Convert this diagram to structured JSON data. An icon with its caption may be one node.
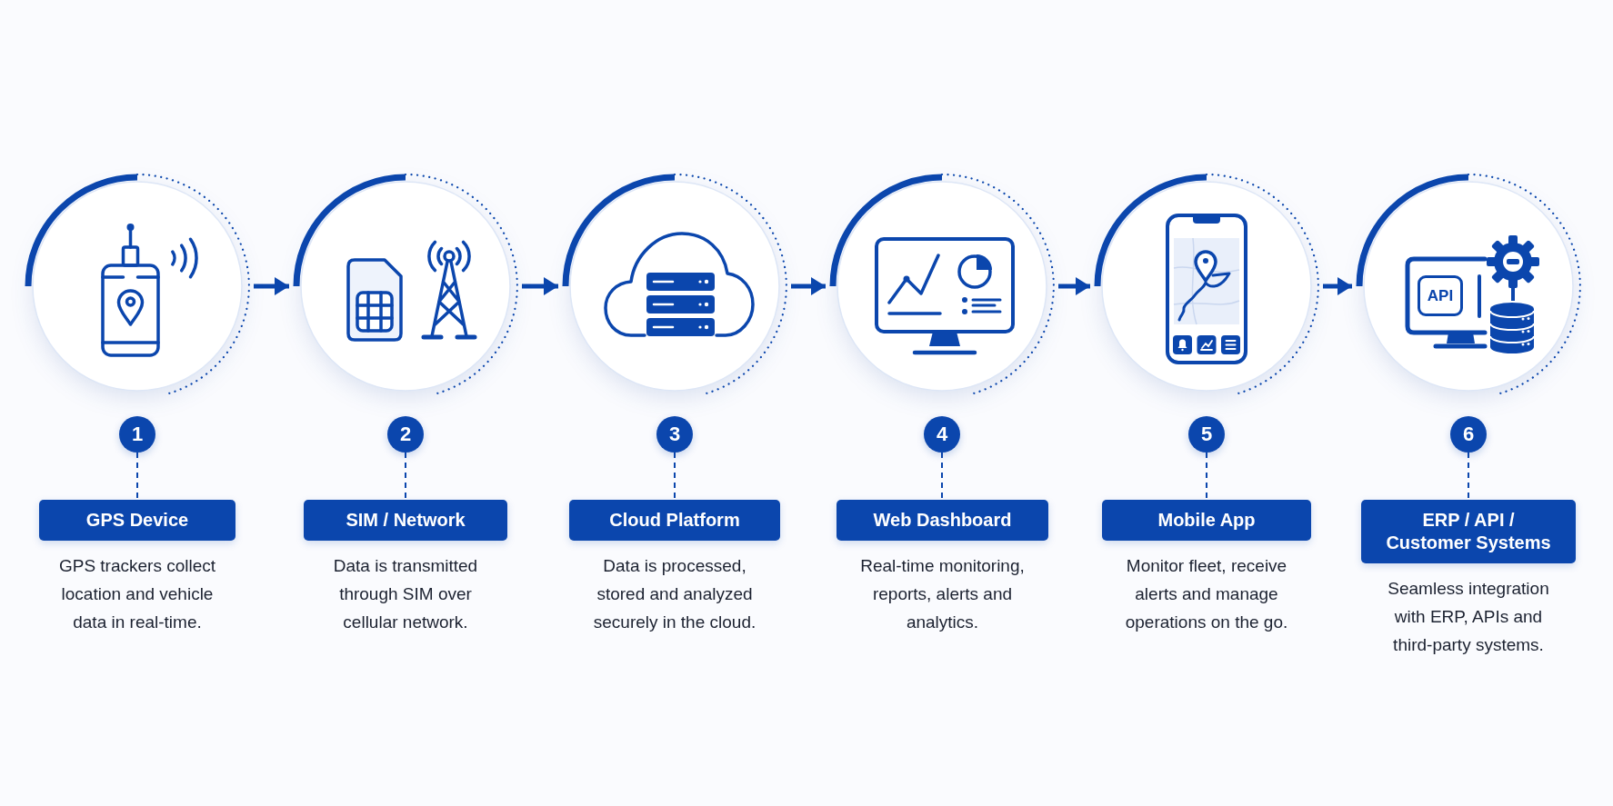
{
  "diagram": {
    "nodes": [
      {
        "text": [],
        "shape": "circle"
      },
      {
        "text": [
          "1"
        ]
      },
      {
        "text": [
          "GPS Device"
        ],
        "beside": [
          "GPS trackers collect location and vehicle data in real-time."
        ]
      },
      {
        "text": [],
        "shape": "circle"
      },
      {
        "text": [
          "2"
        ]
      },
      {
        "text": [
          "SIM / Network"
        ],
        "beside": [
          "Data is transmitted through SIM over cellular network."
        ]
      },
      {
        "text": [],
        "shape": "circle"
      },
      {
        "text": [
          "3"
        ]
      },
      {
        "text": [
          "Cloud Platform"
        ],
        "beside": [
          "Data is processed, stored and analyzed securely in the cloud."
        ]
      },
      {
        "text": [],
        "shape": "circle"
      },
      {
        "text": [
          "4"
        ]
      },
      {
        "text": [
          "Web Dashboard"
        ],
        "beside": [
          "Real-time monitoring, reports, alerts and analytics."
        ]
      },
      {
        "text": [],
        "shape": "circle"
      },
      {
        "text": [
          "5"
        ]
      },
      {
        "text": [
          "Mobile App"
        ],
        "beside": [
          "Monitor fleet, receive alerts and manage operations on the go."
        ]
      },
      {
        "text": [],
        "shape": "circle"
      },
      {
        "text": [
          "API"
        ],
        "in": 15
      },
      {
        "text": [
          "6"
        ]
      },
      {
        "text": [
          "ERP / API / Customer Systems"
        ],
        "beside": [
          "Seamless integration with ERP, APIs and third-party systems."
        ]
      }
    ],
    "edges": [
      {
        "from": 0,
        "to": 3,
        "arrow": "to",
        "style": "thick"
      },
      {
        "from": 3,
        "to": 6,
        "arrow": "to",
        "style": "thick"
      },
      {
        "from": 6,
        "to": 9,
        "arrow": "to",
        "style": "thick"
      },
      {
        "from": 9,
        "to": 12,
        "arrow": "to",
        "style": "thick"
      },
      {
        "from": 12,
        "to": 15,
        "arrow": "to",
        "style": "thick"
      },
      {
        "from": 1,
        "to": 2,
        "arrow": "none",
        "style": "dashed"
      },
      {
        "from": 4,
        "to": 5,
        "arrow": "none",
        "style": "dashed"
      },
      {
        "from": 7,
        "to": 8,
        "arrow": "none",
        "style": "dashed"
      },
      {
        "from": 10,
        "to": 11,
        "arrow": "none",
        "style": "dashed"
      },
      {
        "from": 13,
        "to": 14,
        "arrow": "none",
        "style": "dashed"
      },
      {
        "from": 17,
        "to": 18,
        "arrow": "none",
        "style": "dashed"
      }
    ]
  }
}
